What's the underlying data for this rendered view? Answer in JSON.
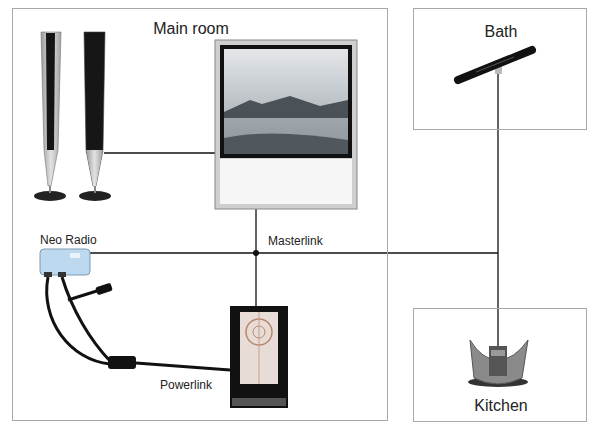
{
  "diagram": {
    "nodes": [
      {
        "text": [
          "Main room"
        ]
      },
      {
        "text": [
          "Bath"
        ]
      },
      {
        "text": [
          "Kitchen"
        ]
      }
    ],
    "labels": [
      "Neo Radio",
      "Masterlink",
      "Powerlink"
    ]
  }
}
